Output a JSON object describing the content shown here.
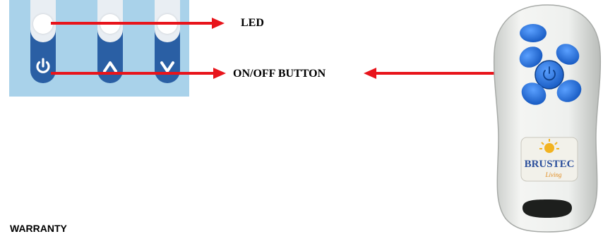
{
  "labels": {
    "led": "LED",
    "on_off": "ON/OFF BUTTON"
  },
  "panel": {
    "columns": [
      {
        "name": "power",
        "icon": "power-icon"
      },
      {
        "name": "up",
        "icon": "chevron-up-icon"
      },
      {
        "name": "down",
        "icon": "chevron-down-icon"
      }
    ]
  },
  "remote": {
    "brand": "BRUSTEC",
    "brand_script": "Living"
  },
  "footer": {
    "heading": "WARRANTY"
  },
  "colors": {
    "panel_bg": "#a9d2ea",
    "button_blue": "#2a5fa4",
    "arrow_red": "#e8141b",
    "remote_button": "#1e6fd0",
    "remote_body": "#eef0ee"
  }
}
